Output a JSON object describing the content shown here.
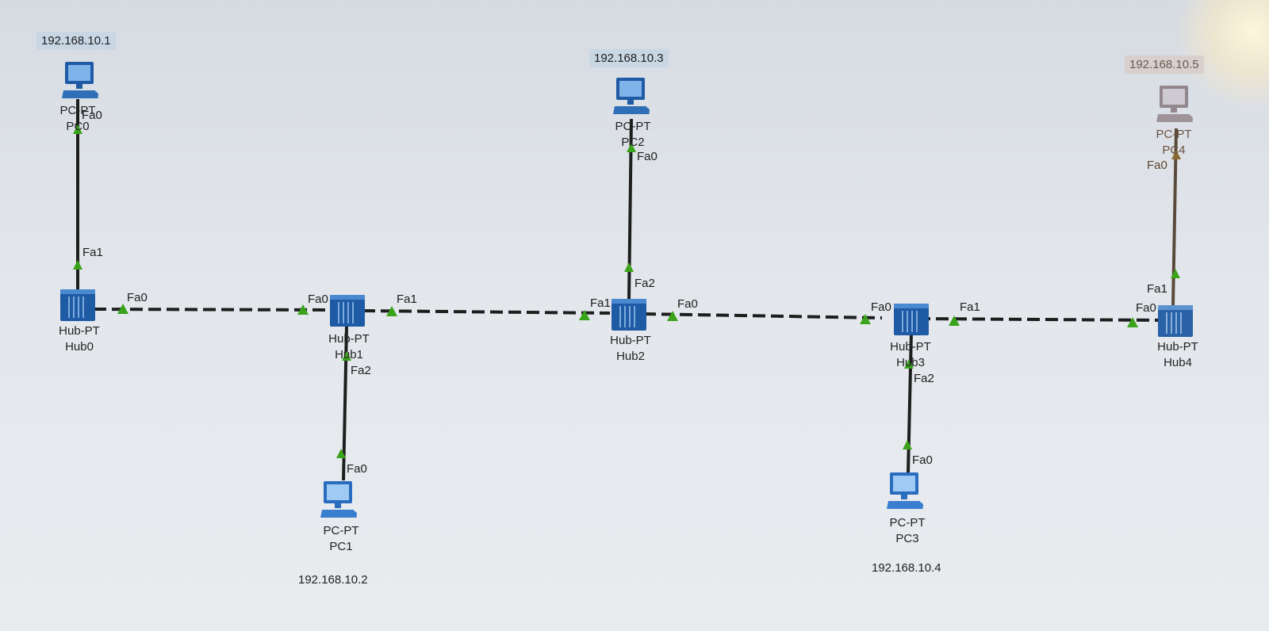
{
  "devices": {
    "pc0": {
      "model": "PC-PT",
      "name": "PC0",
      "ip": "192.168.10.1"
    },
    "pc1": {
      "model": "PC-PT",
      "name": "PC1",
      "ip": "192.168.10.2"
    },
    "pc2": {
      "model": "PC-PT",
      "name": "PC2",
      "ip": "192.168.10.3"
    },
    "pc3": {
      "model": "PC-PT",
      "name": "PC3",
      "ip": "192.168.10.4"
    },
    "pc4": {
      "model": "PC-PT",
      "name": "PC4",
      "ip": "192.168.10.5"
    },
    "hub0": {
      "model": "Hub-PT",
      "name": "Hub0"
    },
    "hub1": {
      "model": "Hub-PT",
      "name": "Hub1"
    },
    "hub2": {
      "model": "Hub-PT",
      "name": "Hub2"
    },
    "hub3": {
      "model": "Hub-PT",
      "name": "Hub3"
    },
    "hub4": {
      "model": "Hub-PT",
      "name": "Hub4"
    }
  },
  "ports": {
    "pc0_fa0": "Fa0",
    "hub0_fa1": "Fa1",
    "hub0_fa0": "Fa0",
    "hub1_fa0": "Fa0",
    "hub1_fa1": "Fa1",
    "hub1_fa2": "Fa2",
    "pc1_fa0": "Fa0",
    "hub2_fa1": "Fa1",
    "hub2_fa2": "Fa2",
    "hub2_fa0": "Fa0",
    "pc2_fa0": "Fa0",
    "hub3_fa0": "Fa0",
    "hub3_fa1": "Fa1",
    "hub3_fa2": "Fa2",
    "pc3_fa0": "Fa0",
    "hub4_fa0": "Fa0",
    "hub4_fa1": "Fa1",
    "pc4_fa0": "Fa0"
  },
  "colors": {
    "link_status_up": "#3aa31a",
    "device_blue": "#2f6fb7",
    "ip_badge_bg": "#c9d6e4"
  }
}
